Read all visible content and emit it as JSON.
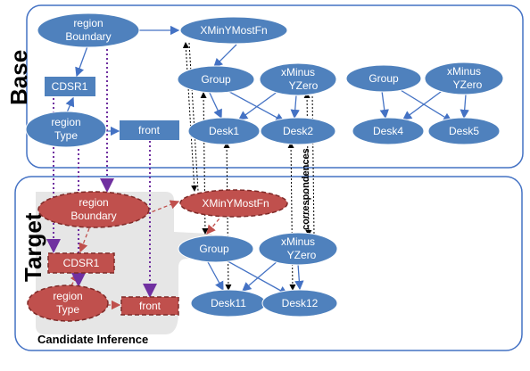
{
  "panels": {
    "base_title": "Base",
    "target_title": "Target",
    "correspondences_label": "correspondences",
    "candidate_inference_label": "Candidate Inference"
  },
  "base_nodes": {
    "region_boundary": [
      "region",
      "Boundary"
    ],
    "cdsr1": "CDSR1",
    "region_type": [
      "region",
      "Type"
    ],
    "front": "front",
    "xminymostfn": "XMinYMostFn",
    "group": "Group",
    "xminus_yzero": [
      "xMinus",
      "YZero"
    ],
    "desk1": "Desk1",
    "desk2": "Desk2",
    "group2": "Group",
    "xminus_yzero2": [
      "xMinus",
      "YZero"
    ],
    "desk4": "Desk4",
    "desk5": "Desk5"
  },
  "target_nodes": {
    "region_boundary": [
      "region",
      "Boundary"
    ],
    "xminymostfn": "XMinYMostFn",
    "cdsr1": "CDSR1",
    "region_type": [
      "region",
      "Type"
    ],
    "front": "front",
    "group": "Group",
    "xminus_yzero": [
      "xMinus",
      "YZero"
    ],
    "desk11": "Desk11",
    "desk12": "Desk12"
  },
  "colors": {
    "blue_node": "#4f81bd",
    "blue_edge": "#4472c4",
    "pink_node": "#c0504d",
    "panel_border": "#4472c4",
    "candidate_bg": "#e6e6e6",
    "inference_arrow": "#7030a0"
  }
}
